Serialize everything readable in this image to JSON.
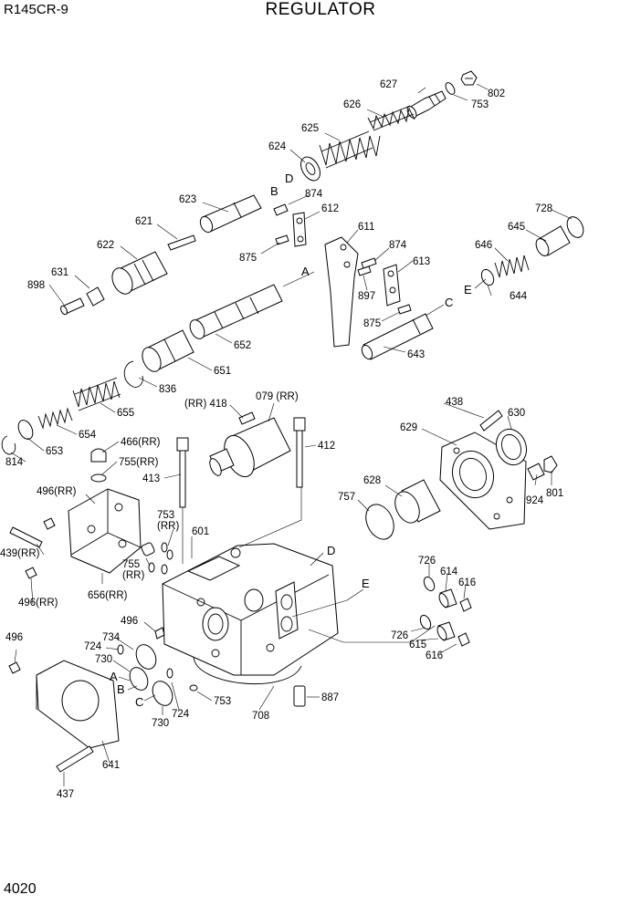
{
  "header": {
    "model": "R145CR-9",
    "title": "REGULATOR"
  },
  "footer": {
    "page_number": "4020"
  },
  "callouts": {
    "c627": "627",
    "c802": "802",
    "c753a": "753",
    "c626": "626",
    "c625": "625",
    "c624": "624",
    "cD1": "D",
    "cB1": "B",
    "c874a": "874",
    "c623": "623",
    "c612": "612",
    "c621": "621",
    "c611": "611",
    "c622": "622",
    "c875a": "875",
    "c874b": "874",
    "c631": "631",
    "c898": "898",
    "cA1": "A",
    "c613": "613",
    "c897": "897",
    "c728": "728",
    "c645": "645",
    "c646": "646",
    "cE1": "E",
    "c644": "644",
    "cC1": "C",
    "c875b": "875",
    "c652": "652",
    "c643": "643",
    "c651": "651",
    "c836": "836",
    "c655": "655",
    "c654": "654",
    "c653": "653",
    "c814": "814",
    "c418": "(RR) 418",
    "c079": "079 (RR)",
    "c412": "412",
    "c438": "438",
    "c630": "630",
    "c629": "629",
    "c466": "466(RR)",
    "c755a": "755(RR)",
    "c413": "413",
    "c496a": "496(RR)",
    "c628": "628",
    "c757": "757",
    "c924": "924",
    "c801": "801",
    "c753b": "753",
    "c753rr": "(RR)",
    "c601": "601",
    "c439": "439(RR)",
    "c755b": "755",
    "c755rr": "(RR)",
    "cD2": "D",
    "c726a": "726",
    "c614": "614",
    "c616a": "616",
    "cE2": "E",
    "c496b": "496(RR)",
    "c656": "656(RR)",
    "c496c": "496",
    "c496d": "496",
    "c734": "734",
    "c724a": "724",
    "c730a": "730",
    "cA2": "A",
    "cB2": "B",
    "cC2": "C",
    "c724b": "724",
    "c730b": "730",
    "c753c": "753",
    "c708": "708",
    "c887": "887",
    "c726b": "726",
    "c615": "615",
    "c616b": "616",
    "c641": "641",
    "c437": "437"
  }
}
